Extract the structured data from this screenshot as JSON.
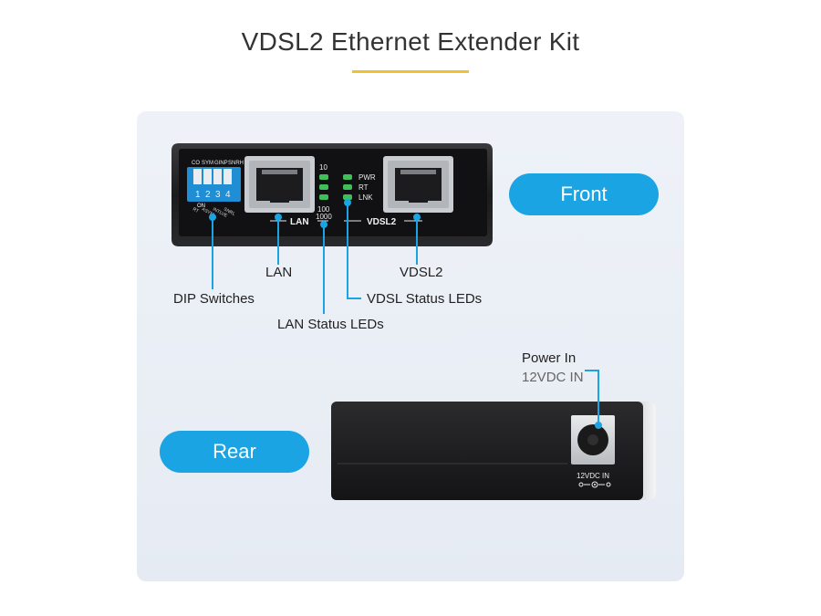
{
  "title": "VDSL2 Ethernet Extender Kit",
  "badges": {
    "front": "Front",
    "rear": "Rear"
  },
  "callouts": {
    "lan": "LAN",
    "vdsl2": "VDSL2",
    "dip_switches": "DIP Switches",
    "vdsl_status_leds": "VDSL Status LEDs",
    "lan_status_leds": "LAN Status LEDs",
    "power_in": "Power In",
    "power_spec": "12VDC IN"
  },
  "device_front": {
    "dip_header": [
      "CO",
      "SYM",
      "GINP",
      "SNRH"
    ],
    "dip_numbers": [
      "1",
      "2",
      "3",
      "4"
    ],
    "dip_on": "ON",
    "dip_footer": [
      "RT",
      "ASYM",
      "INTLVE",
      "SNRL"
    ],
    "led_speed_top": "10",
    "led_speed_bottom_1": "100",
    "led_speed_bottom_2": "1000",
    "led_labels": [
      "PWR",
      "RT",
      "LNK"
    ],
    "port_lan": "LAN",
    "port_vdsl2": "VDSL2"
  },
  "device_rear": {
    "jack_label": "12VDC IN"
  },
  "colors": {
    "accent": "#1aa4e3",
    "title_rule": "#f2c12e",
    "device": "#1c1c1e",
    "led": "#3fbf5a"
  }
}
